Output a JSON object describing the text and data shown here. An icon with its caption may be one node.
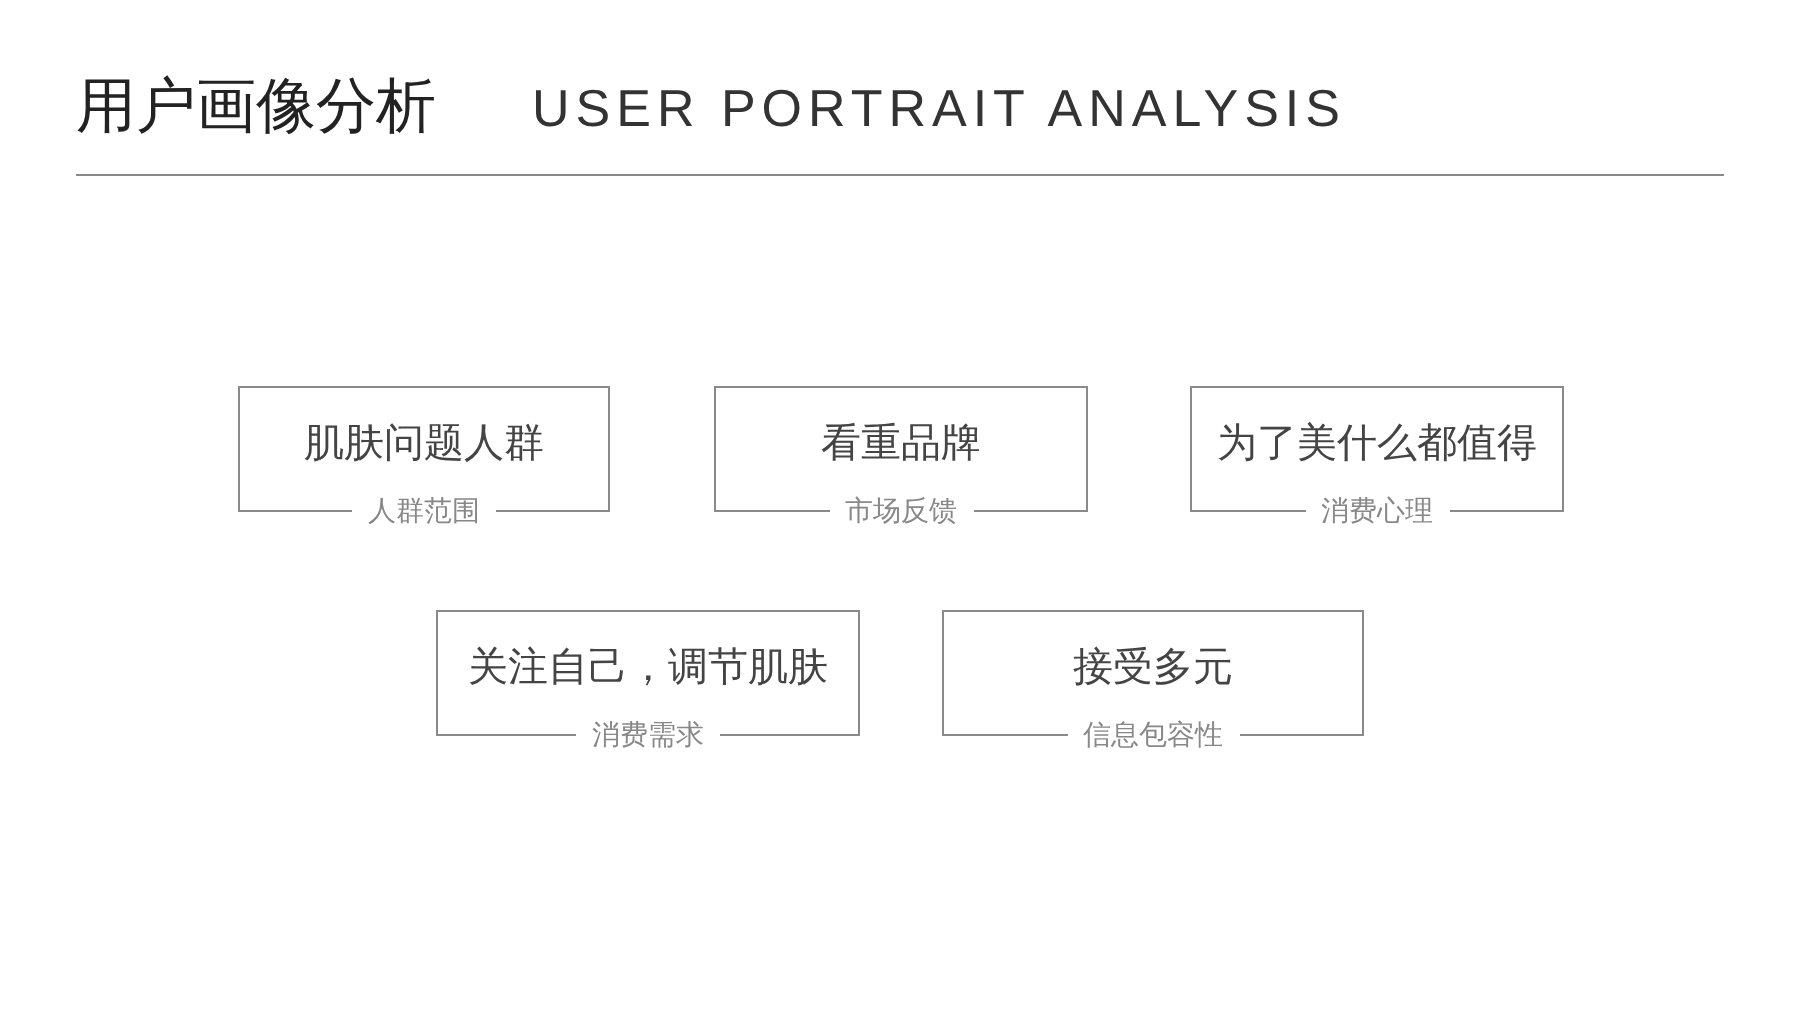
{
  "diagram": {
    "title": "用户画像分析",
    "nodes": [
      {
        "text": [
          "肌肤问题人群",
          "人群范围"
        ]
      },
      {
        "text": [
          "看重品牌",
          "市场反馈"
        ]
      },
      {
        "text": [
          "为了美什么都值得",
          "消费心理"
        ]
      },
      {
        "text": [
          "关注自己，调节肌肤",
          "消费需求"
        ]
      },
      {
        "text": [
          "接受多元",
          "信息包容性"
        ]
      }
    ],
    "labels": [
      "USER PORTRAIT ANALYSIS"
    ]
  }
}
